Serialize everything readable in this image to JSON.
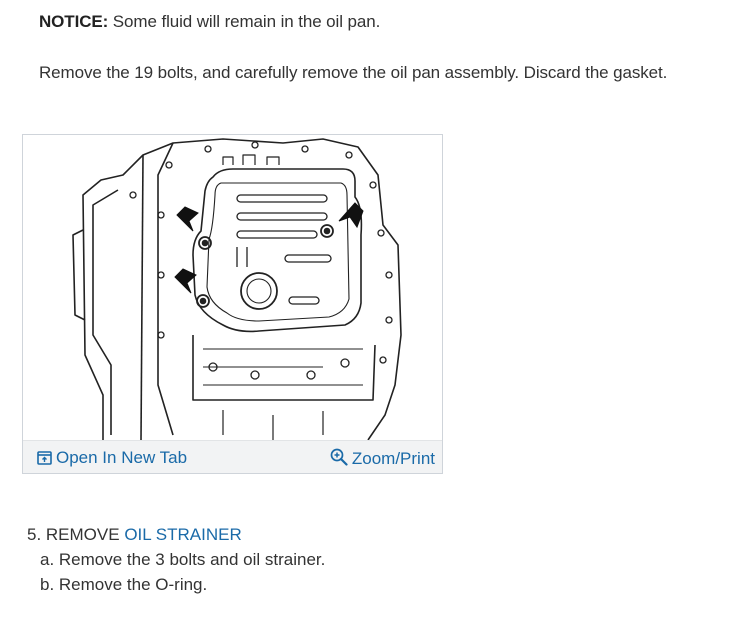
{
  "notice": {
    "label": "NOTICE:",
    "text": " Some fluid will remain in the oil pan."
  },
  "instruction": "Remove the 19 bolts, and carefully remove the oil pan assembly. Discard the gasket.",
  "figure": {
    "open_tab_label": "Open In New Tab",
    "zoom_print_label": "Zoom/Print",
    "open_tab_icon": "open-new-tab-icon",
    "zoom_icon": "zoom-in-icon",
    "link_color": "#1a6aa8"
  },
  "step5": {
    "prefix": "5. REMOVE ",
    "link_text": "OIL STRAINER",
    "items": [
      "a. Remove the 3 bolts and oil strainer.",
      "b. Remove the O-ring."
    ]
  }
}
